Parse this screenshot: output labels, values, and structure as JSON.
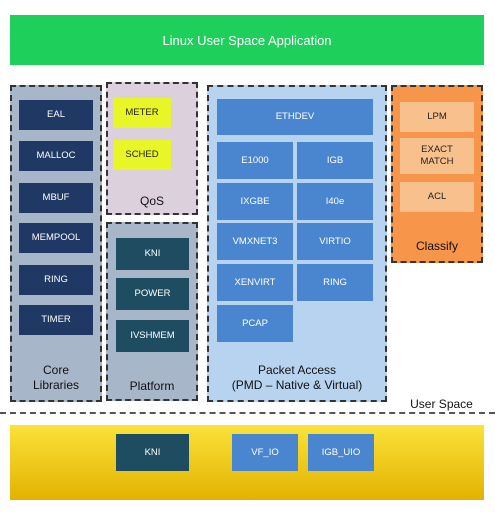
{
  "app": {
    "title": "Linux User Space Application"
  },
  "core": {
    "label_line1": "Core",
    "label_line2": "Libraries",
    "items": [
      "EAL",
      "MALLOC",
      "MBUF",
      "MEMPOOL",
      "RING",
      "TIMER"
    ]
  },
  "qos": {
    "label": "QoS",
    "items": [
      "METER",
      "SCHED"
    ]
  },
  "platform": {
    "label": "Platform",
    "items": [
      "KNI",
      "POWER",
      "IVSHMEM"
    ]
  },
  "packet": {
    "label_line1": "Packet Access",
    "label_line2": "(PMD – Native & Virtual)",
    "header": "ETHDEV",
    "items": [
      "E1000",
      "IGB",
      "IXGBE",
      "I40e",
      "VMXNET3",
      "VIRTIO",
      "XENVIRT",
      "RING",
      "PCAP"
    ]
  },
  "classify": {
    "label": "Classify",
    "items": [
      "LPM",
      "EXACT MATCH",
      "ACL"
    ]
  },
  "user_space_label": "User Space",
  "kernel": {
    "items": [
      "KNI",
      "VF_IO",
      "IGB_UIO"
    ]
  },
  "colors": {
    "app_bar": "#1fcf5c",
    "core_box": "#203864",
    "qos_box": "#e8f527",
    "platform_box": "#1e4d61",
    "packet_box": "#4a86cf",
    "classify_panel": "#f7954a",
    "classify_box": "#f8c08d",
    "kernel_bar": "#f0c81a"
  }
}
